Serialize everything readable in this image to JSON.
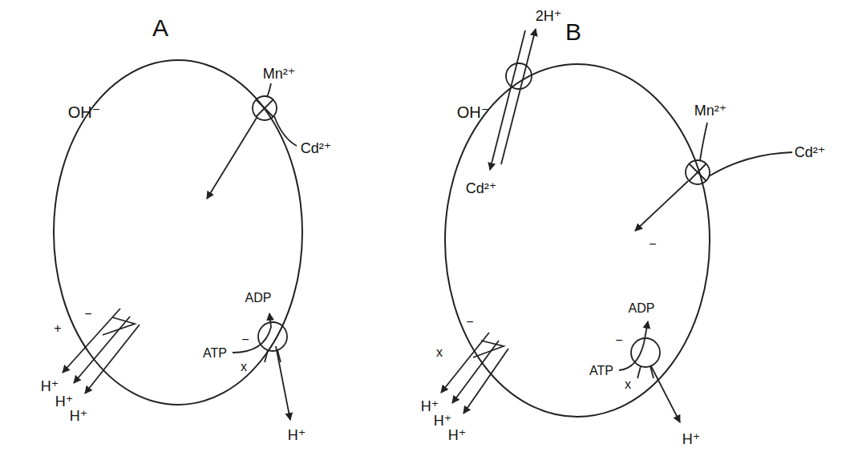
{
  "diagram": {
    "nodes": [
      {
        "text": [
          "A",
          "OH⁻"
        ]
      },
      {
        "text": [
          "B",
          "OH⁻"
        ]
      }
    ],
    "labels": [
      "Mn²⁺",
      "Cd²⁺",
      "ADP",
      "ATP",
      "+",
      "−",
      "−",
      "x",
      "H⁺",
      "H⁺",
      "H⁺",
      "H⁺",
      "2H⁺",
      "Cd²⁺",
      "Mn²⁺",
      "Cd²⁺",
      "−",
      "ADP",
      "ATP",
      "x",
      "−",
      "−",
      "x",
      "H⁺",
      "H⁺",
      "H⁺",
      "H⁺"
    ]
  }
}
